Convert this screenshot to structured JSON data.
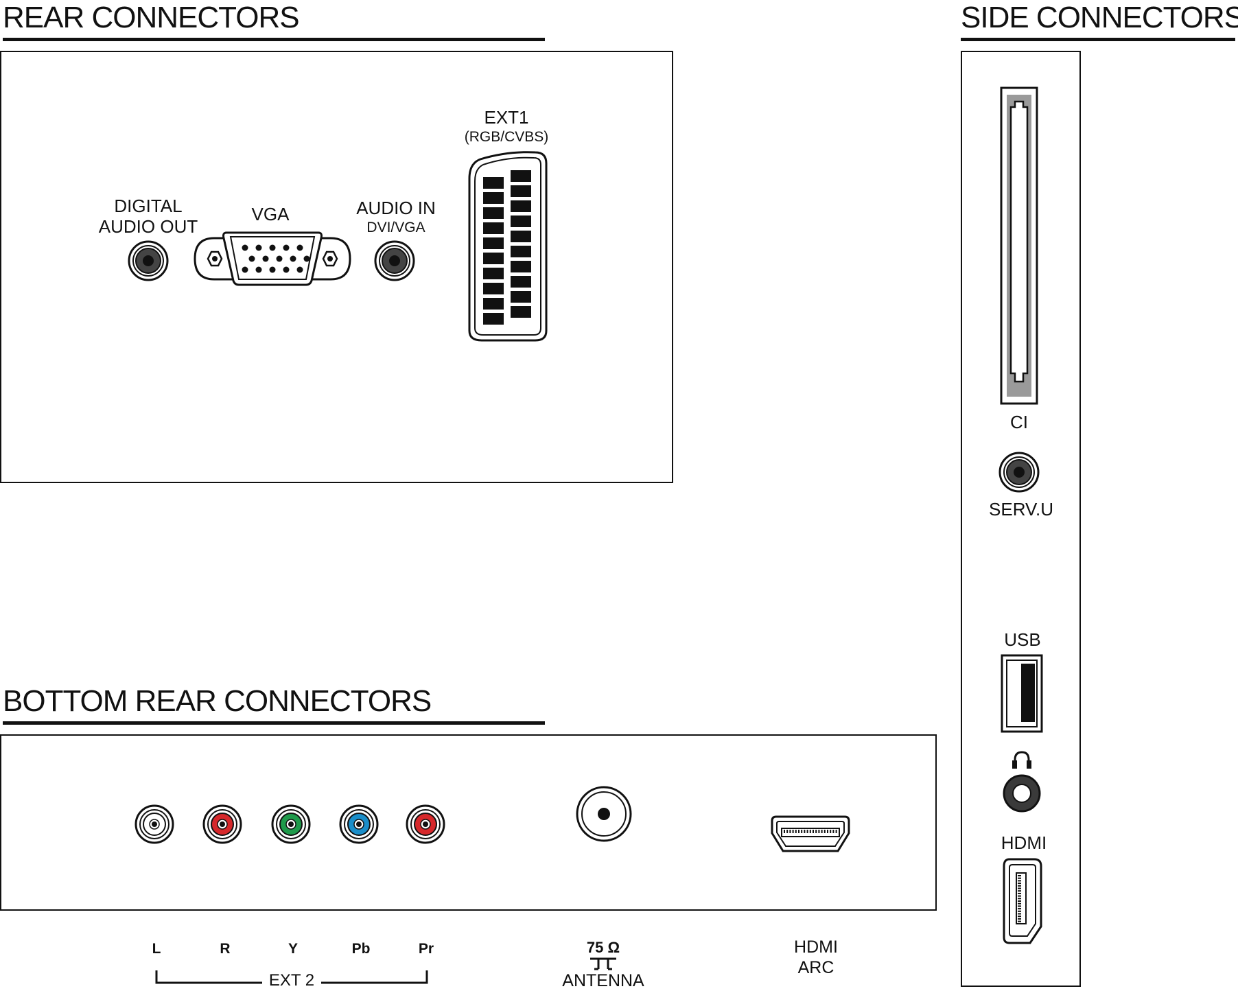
{
  "sections": {
    "rear": "REAR CONNECTORS",
    "side": "SIDE CONNECTORS",
    "bottom": "BOTTOM REAR CONNECTORS"
  },
  "rear": {
    "digital_audio_out": "DIGITAL\nAUDIO OUT",
    "vga": "VGA",
    "audio_in": "AUDIO IN",
    "audio_in_sub": "DVI/VGA",
    "ext1": "EXT1",
    "ext1_sub": "(RGB/CVBS)"
  },
  "side": {
    "ci": "CI",
    "serv_u": "SERV.U",
    "usb": "USB",
    "headphones": "headphones-icon",
    "hdmi": "HDMI"
  },
  "bottom": {
    "jacks": [
      {
        "label": "L",
        "color": "#ffffff"
      },
      {
        "label": "R",
        "color": "#d6282b"
      },
      {
        "label": "Y",
        "color": "#1f9a4b"
      },
      {
        "label": "Pb",
        "color": "#1b8ec9"
      },
      {
        "label": "Pr",
        "color": "#d6282b"
      }
    ],
    "ext2": "EXT 2",
    "antenna_value": "75 Ω",
    "antenna": "ANTENNA",
    "hdmi_arc": "HDMI\nARC"
  }
}
